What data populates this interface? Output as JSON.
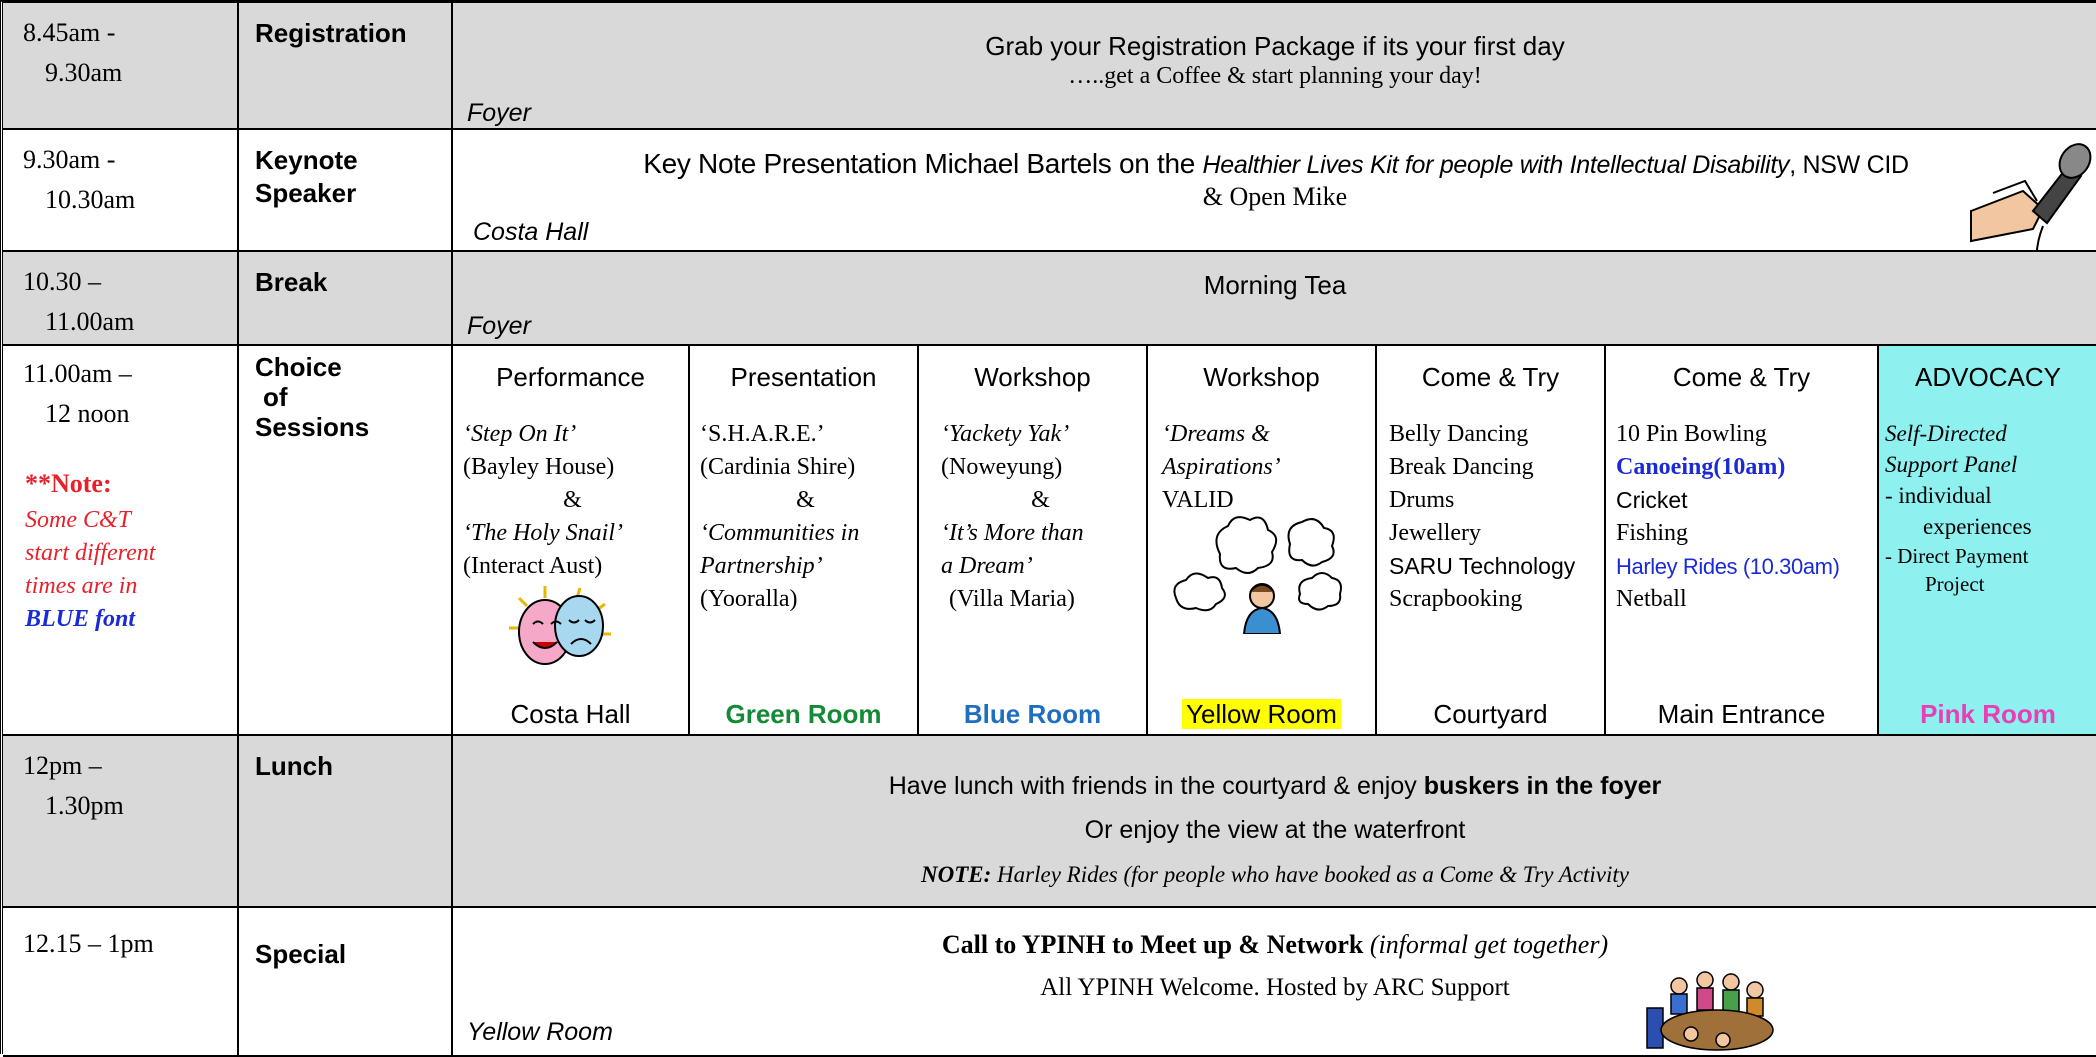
{
  "title": "Day One - Tuesday",
  "rows": {
    "registration": {
      "time1": "8.45am  -",
      "time2": "9.30am",
      "label": "Registration",
      "line1": "Grab your Registration Package if its your first day",
      "line2": "…..get a Coffee & start planning your day!",
      "location": "Foyer"
    },
    "keynote": {
      "time1": "9.30am  -",
      "time2": "10.30am",
      "label1": "Keynote",
      "label2": "Speaker",
      "line1a": "Key Note Presentation Michael Bartels on the ",
      "line1b": "Healthier Lives Kit for people with Intellectual Disability",
      "line1c": ", NSW CID",
      "line2": "& Open Mike",
      "location": "Costa Hall",
      "icon": "microphone-icon"
    },
    "break": {
      "time1": "10.30 –",
      "time2": "11.00am",
      "label": "Break",
      "activity": "Morning Tea",
      "location": "Foyer"
    },
    "sessions": {
      "time1": "11.00am  –",
      "time2": "12 noon",
      "label1": "Choice",
      "label2": "of",
      "label3": "Sessions",
      "note_head": "**Note:",
      "note_l1": "Some C&T",
      "note_l2": "start different",
      "note_l3": "times are in",
      "note_blue": "BLUE font",
      "performance": {
        "type": "Performance",
        "l1": "‘Step On It’",
        "l2": "(Bayley House)",
        "l3": "&",
        "l4": "‘The Holy Snail’",
        "l5": "(Interact Aust)",
        "room": "Costa Hall",
        "icon": "theatre-masks-icon"
      },
      "presentation": {
        "type": "Presentation",
        "l1": "‘S.H.A.R.E.’",
        "l2": "(Cardinia Shire)",
        "l3": "&",
        "l4": "‘Communities in",
        "l5": "Partnership’",
        "l6": "(Yooralla)",
        "room": "Green Room",
        "room_color": "#138a36"
      },
      "workshop1": {
        "type": "Workshop",
        "l1": "‘Yackety Yak’",
        "l2": "(Noweyung)",
        "l3": "&",
        "l4": "‘It’s More than",
        "l5": "a Dream’",
        "l6": "(Villa Maria)",
        "room": "Blue Room",
        "room_color": "#1f6fbf"
      },
      "workshop2": {
        "type": "Workshop",
        "l1": "‘Dreams &",
        "l2": "Aspirations’",
        "l3": "VALID",
        "room": "Yellow Room",
        "room_bg": "#ffff00",
        "icon": "thinking-person-icon"
      },
      "come_try1": {
        "type": "Come & Try",
        "items": [
          "Belly Dancing",
          "Break Dancing",
          "Drums",
          "Jewellery",
          "SARU Technology",
          "Scrapbooking"
        ],
        "room": "Courtyard"
      },
      "come_try2": {
        "type": "Come & Try",
        "i1": "10 Pin Bowling",
        "i2": "Canoeing(10am)",
        "i3": "Cricket",
        "i4": "Fishing",
        "i5": "Harley Rides (10.30am)",
        "i6": "Netball",
        "room": "Main Entrance"
      },
      "advocacy": {
        "type": "ADVOCACY",
        "l1": "Self-Directed",
        "l2": "Support Panel",
        "b1": "- individual",
        "b1b": "experiences",
        "b2": "-  Direct Payment",
        "b2b": "Project",
        "room": "Pink Room",
        "room_color": "#e83fb5",
        "bg": "#8ff0f0"
      }
    },
    "lunch": {
      "time1": "12pm –",
      "time2": "1.30pm",
      "label": "Lunch",
      "l1a": "Have lunch with friends in the courtyard & enjoy ",
      "l1b": "buskers in the foyer",
      "l2": "Or enjoy the view at the waterfront",
      "note_a": "NOTE:",
      "note_b": "  Harley Rides (for people who have booked as a Come & Try Activity"
    },
    "special": {
      "time": "12.15 – 1pm",
      "label": "Special",
      "l1a": "Call to YPINH to Meet up & Network ",
      "l1b": "(informal get together)",
      "l2": "All YPINH Welcome. Hosted by ARC Support",
      "location": "Yellow Room",
      "icon": "meeting-table-icon"
    }
  },
  "colors": {
    "grey_bg": "#d9d9d9",
    "note_red": "#e8202a",
    "blue_text": "#1a2bd6"
  }
}
